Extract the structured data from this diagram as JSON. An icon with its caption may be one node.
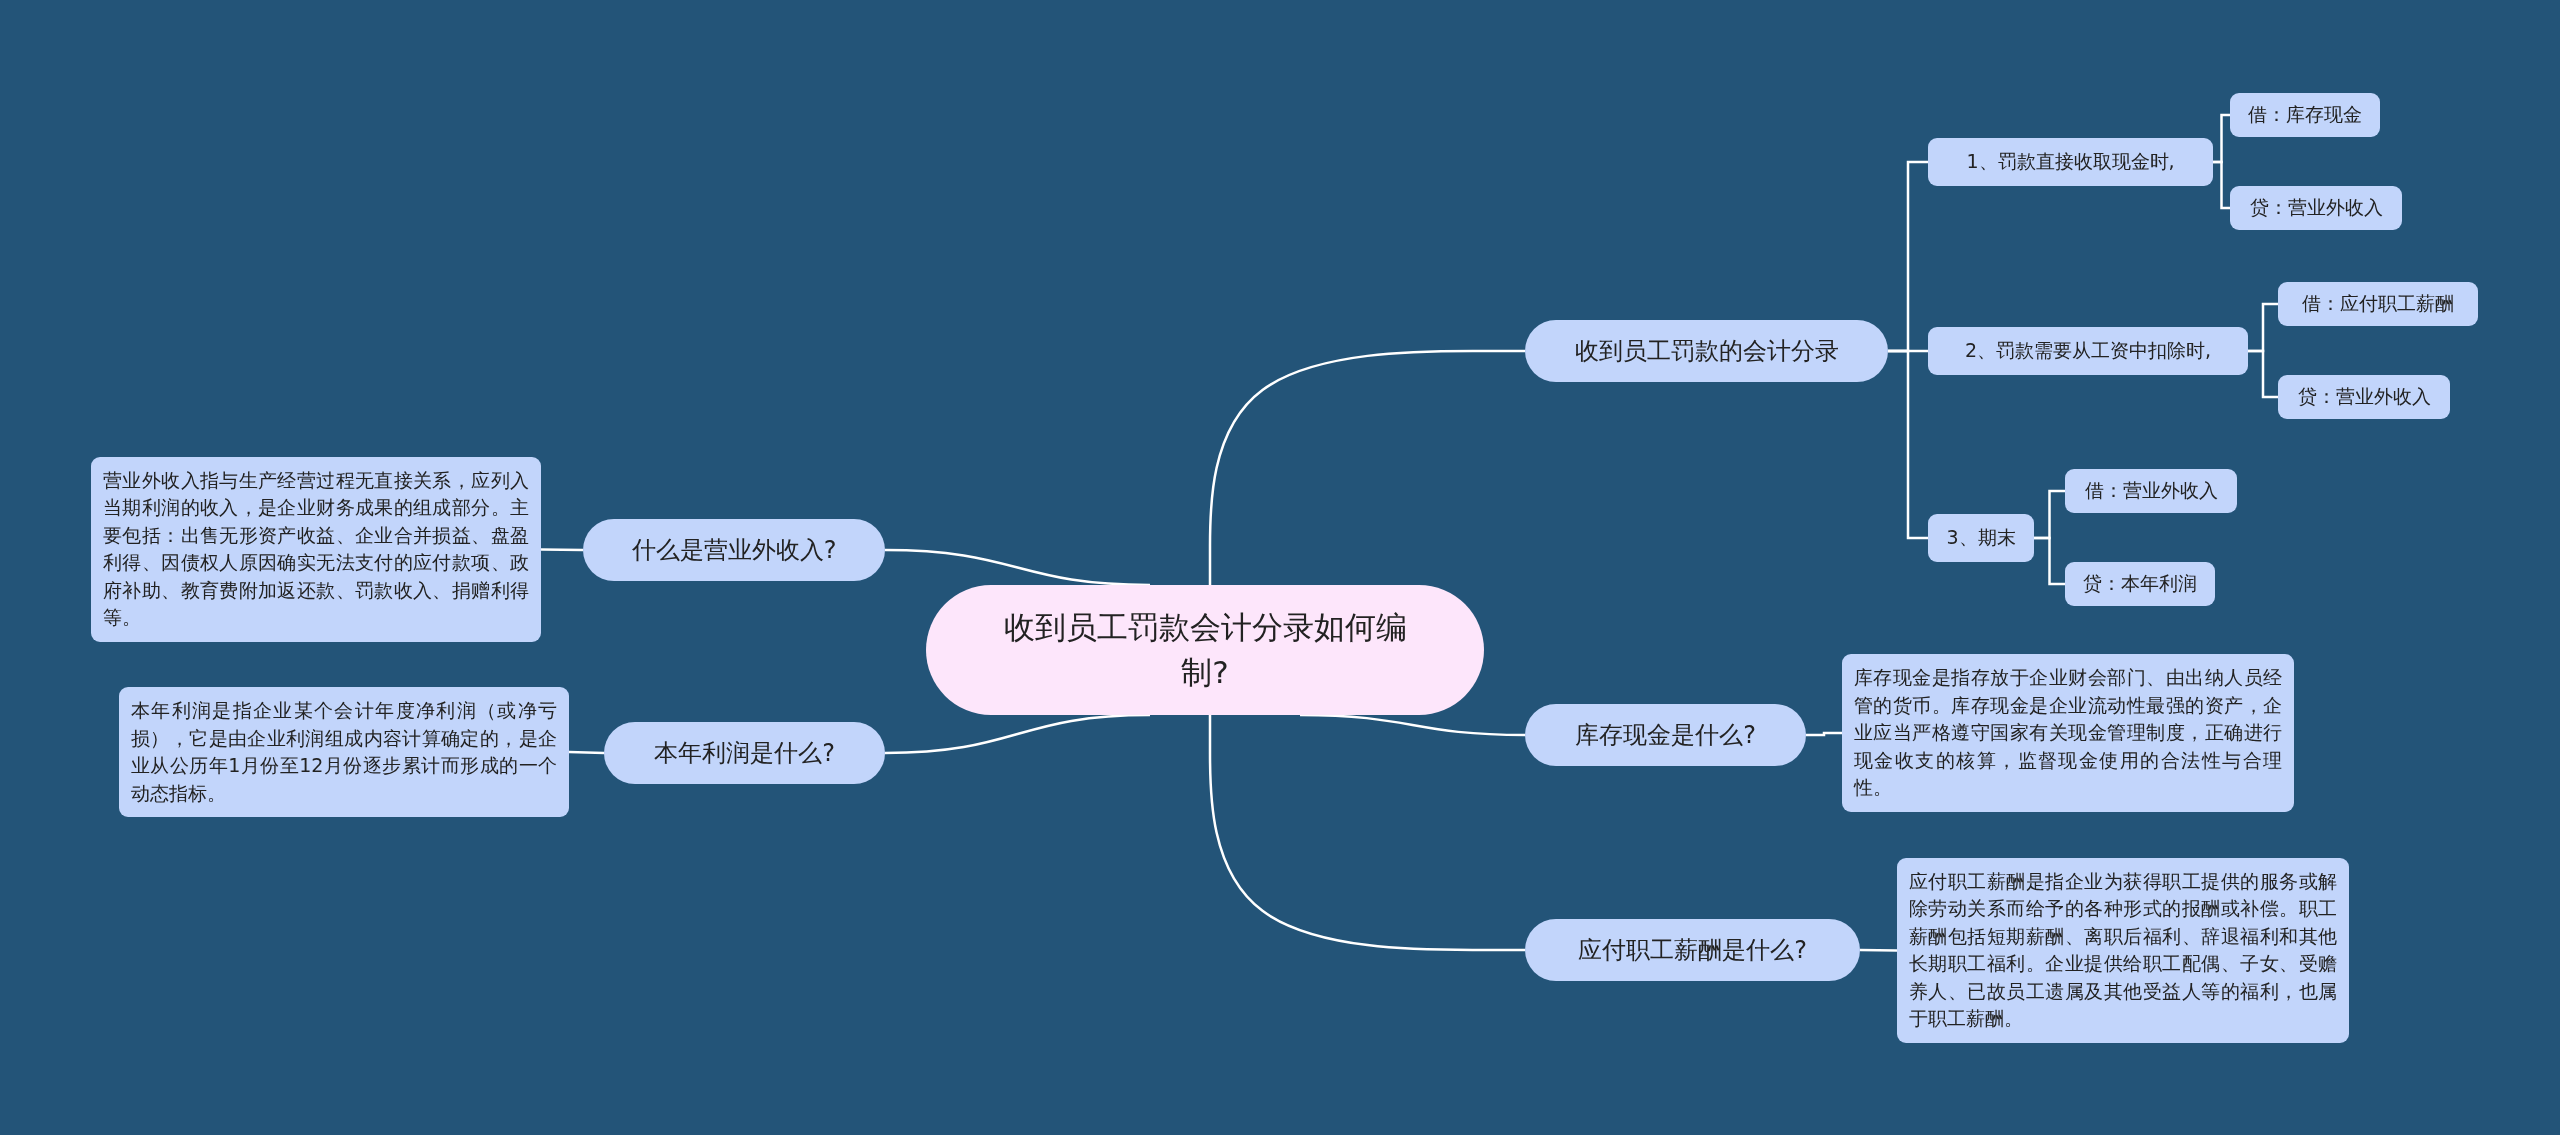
{
  "diagram": {
    "nodes": [
      {
        "text": [
          "收到员工罚款会计分录如何编制?"
        ]
      },
      {
        "text": [
          "什么是营业外收入?"
        ]
      },
      {
        "text": [
          "营业外收入指与生产经营过程无直接关系，应列入当期利润的收入，是企业财务成果的组成部分。主要包括：出售无形资产收益、企业合并损益、盘盈利得、因债权人原因确实无法支付的应付款项、政府补助、教育费附加返还款、罚款收入、捐赠利得等。"
        ]
      },
      {
        "text": [
          "本年利润是什么?"
        ]
      },
      {
        "text": [
          "本年利润是指企业某个会计年度净利润（或净亏损），它是由企业利润组成内容计算确定的，是企业从公历年1月份至12月份逐步累计而形成的一个动态指标。"
        ]
      },
      {
        "text": [
          "收到员工罚款的会计分录"
        ]
      },
      {
        "text": [
          "1、罚款直接收取现金时,"
        ]
      },
      {
        "text": [
          "借：库存现金"
        ]
      },
      {
        "text": [
          "贷：营业外收入"
        ]
      },
      {
        "text": [
          "2、罚款需要从工资中扣除时,"
        ]
      },
      {
        "text": [
          "借：应付职工薪酬"
        ]
      },
      {
        "text": [
          "贷：营业外收入"
        ]
      },
      {
        "text": [
          "3、期末"
        ]
      },
      {
        "text": [
          "借：营业外收入"
        ]
      },
      {
        "text": [
          "贷：本年利润"
        ]
      },
      {
        "text": [
          "库存现金是什么?"
        ]
      },
      {
        "text": [
          "库存现金是指存放于企业财会部门、由出纳人员经管的货币。库存现金是企业流动性最强的资产，企业应当严格遵守国家有关现金管理制度，正确进行现金收支的核算，监督现金使用的合法性与合理性。"
        ]
      },
      {
        "text": [
          "应付职工薪酬是什么?"
        ]
      },
      {
        "text": [
          "应付职工薪酬是指企业为获得职工提供的服务或解除劳动关系而给予的各种形式的报酬或补偿。职工薪酬包括短期薪酬、离职后福利、辞退福利和其他长期职工福利。企业提供给职工配偶、子女、受赡养人、已故员工遗属及其他受益人等的福利，也属于职工薪酬。"
        ]
      }
    ],
    "edges": [
      {
        "from": 0,
        "to": 1,
        "arrow": "none"
      },
      {
        "from": 1,
        "to": 2,
        "arrow": "none"
      },
      {
        "from": 0,
        "to": 3,
        "arrow": "none"
      },
      {
        "from": 3,
        "to": 4,
        "arrow": "none"
      },
      {
        "from": 0,
        "to": 5,
        "arrow": "none"
      },
      {
        "from": 5,
        "to": 6,
        "arrow": "none"
      },
      {
        "from": 6,
        "to": 7,
        "arrow": "none"
      },
      {
        "from": 6,
        "to": 8,
        "arrow": "none"
      },
      {
        "from": 5,
        "to": 9,
        "arrow": "none"
      },
      {
        "from": 9,
        "to": 10,
        "arrow": "none"
      },
      {
        "from": 9,
        "to": 11,
        "arrow": "none"
      },
      {
        "from": 5,
        "to": 12,
        "arrow": "none"
      },
      {
        "from": 12,
        "to": 13,
        "arrow": "none"
      },
      {
        "from": 12,
        "to": 14,
        "arrow": "none"
      },
      {
        "from": 0,
        "to": 15,
        "arrow": "none"
      },
      {
        "from": 15,
        "to": 16,
        "arrow": "none"
      },
      {
        "from": 0,
        "to": 17,
        "arrow": "none"
      },
      {
        "from": 17,
        "to": 18,
        "arrow": "none"
      }
    ]
  }
}
